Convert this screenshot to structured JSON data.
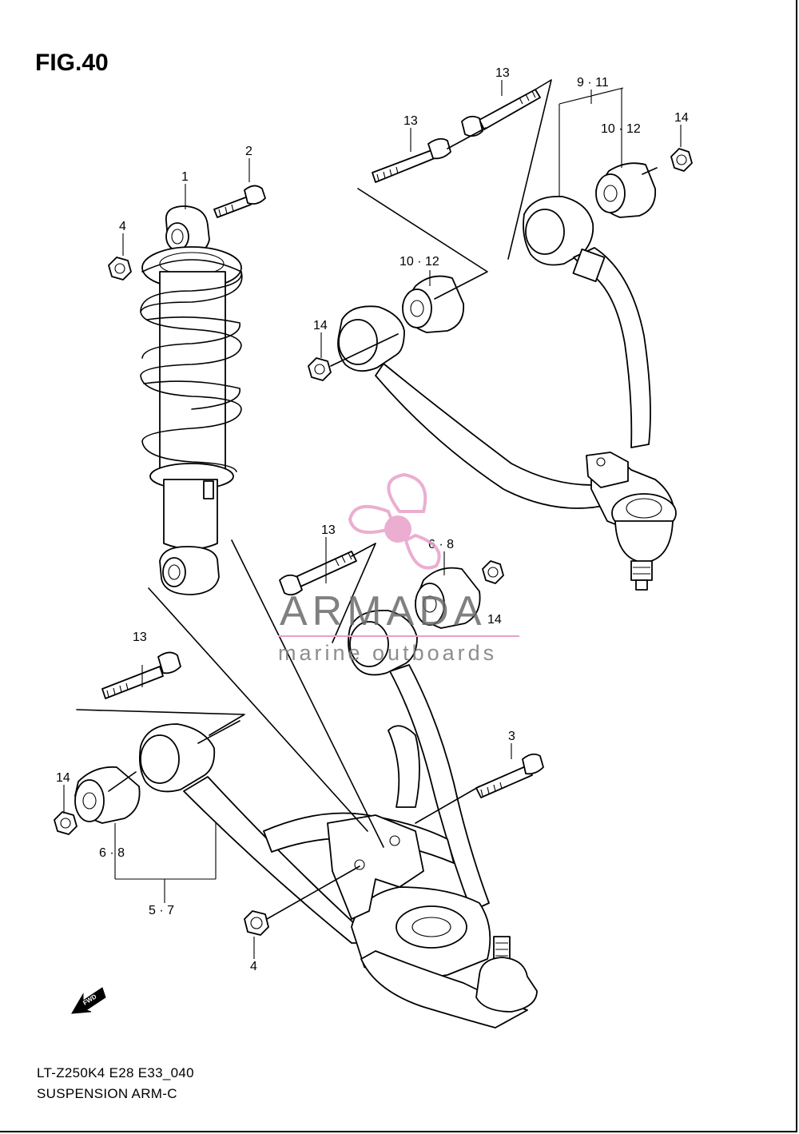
{
  "figure": {
    "title": "FIG.40",
    "model_code": "LT-Z250K4 E28 E33_040",
    "caption": "SUSPENSION ARM-C"
  },
  "watermark": {
    "brand": "ARMADA",
    "tagline": "marine outboards",
    "accent_color": "#e8a0c8"
  },
  "fwd_badge": "FWD",
  "callouts": {
    "c1": "1",
    "c2": "2",
    "c3": "3",
    "c4a": "4",
    "c4b": "4",
    "c5_7": "5 · 7",
    "c6_8a": "6 · 8",
    "c6_8b": "6 · 8",
    "c9_11": "9 · 11",
    "c10_12a": "10 · 12",
    "c10_12b": "10 · 12",
    "c13a": "13",
    "c13b": "13",
    "c13c": "13",
    "c13d": "13",
    "c14a": "14",
    "c14b": "14",
    "c14c": "14",
    "c14d": "14"
  }
}
